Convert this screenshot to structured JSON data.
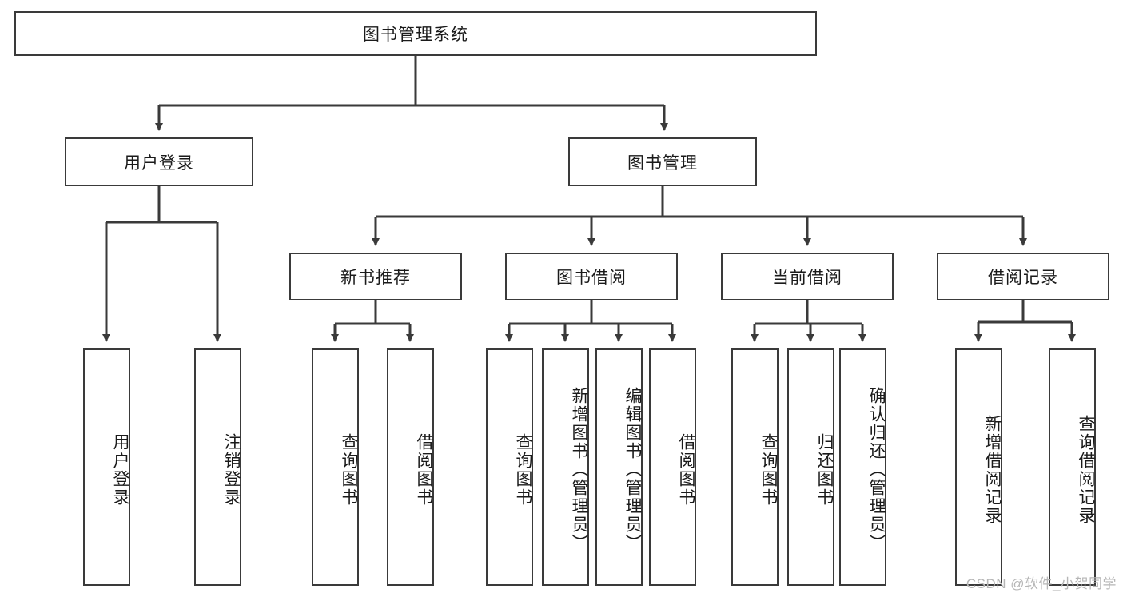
{
  "diagram": {
    "title": "图书管理系统",
    "type": "hierarchy-tree",
    "root": {
      "id": "root",
      "label": "图书管理系统",
      "orientation": "horizontal"
    },
    "level2": [
      {
        "id": "user-login",
        "label": "用户登录",
        "orientation": "horizontal"
      },
      {
        "id": "book-management",
        "label": "图书管理",
        "orientation": "horizontal"
      }
    ],
    "level3": [
      {
        "id": "new-book-recommend",
        "label": "新书推荐",
        "orientation": "horizontal"
      },
      {
        "id": "book-borrow",
        "label": "图书借阅",
        "orientation": "horizontal"
      },
      {
        "id": "current-borrow",
        "label": "当前借阅",
        "orientation": "horizontal"
      },
      {
        "id": "borrow-record",
        "label": "借阅记录",
        "orientation": "horizontal"
      }
    ],
    "leaves": [
      {
        "id": "leaf-user-login",
        "label": "用户登录",
        "parent": "user-login",
        "orientation": "vertical"
      },
      {
        "id": "leaf-logout-login",
        "label": "注销登录",
        "parent": "user-login",
        "orientation": "vertical"
      },
      {
        "id": "leaf-query-book-1",
        "label": "查询图书",
        "parent": "new-book-recommend",
        "orientation": "vertical"
      },
      {
        "id": "leaf-borrow-book-1",
        "label": "借阅图书",
        "parent": "new-book-recommend",
        "orientation": "vertical"
      },
      {
        "id": "leaf-query-book-2",
        "label": "查询图书",
        "parent": "book-borrow",
        "orientation": "vertical"
      },
      {
        "id": "leaf-add-book",
        "label": "新增图书（管理员）",
        "parent": "book-borrow",
        "orientation": "vertical"
      },
      {
        "id": "leaf-edit-book",
        "label": "编辑图书（管理员）",
        "parent": "book-borrow",
        "orientation": "vertical"
      },
      {
        "id": "leaf-borrow-book-2",
        "label": "借阅图书",
        "parent": "book-borrow",
        "orientation": "vertical"
      },
      {
        "id": "leaf-query-book-3",
        "label": "查询图书",
        "parent": "current-borrow",
        "orientation": "vertical"
      },
      {
        "id": "leaf-return-book",
        "label": "归还图书",
        "parent": "current-borrow",
        "orientation": "vertical"
      },
      {
        "id": "leaf-confirm-return",
        "label": "确认归还（管理员）",
        "parent": "current-borrow",
        "orientation": "vertical"
      },
      {
        "id": "leaf-add-record",
        "label": "新增借阅记录",
        "parent": "borrow-record",
        "orientation": "vertical"
      },
      {
        "id": "leaf-query-record",
        "label": "查询借阅记录",
        "parent": "borrow-record",
        "orientation": "vertical"
      }
    ],
    "colors": {
      "stroke": "#3a3a3a",
      "fill": "#ffffff",
      "text": "#1a1a1a",
      "watermark": "#b6b6b6"
    }
  },
  "watermark": {
    "text": "CSDN @软件_小贺同学"
  }
}
